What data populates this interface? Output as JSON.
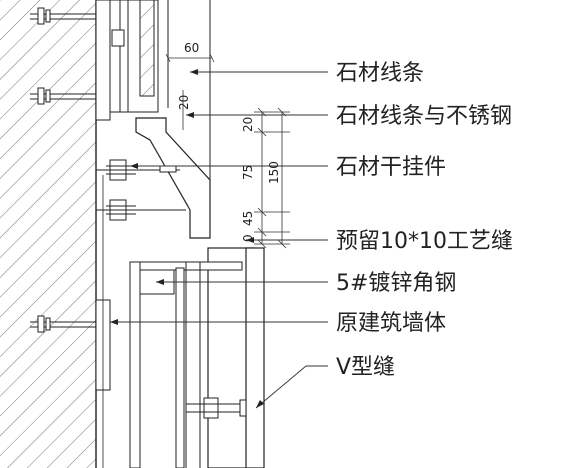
{
  "labels": [
    {
      "key": "stone_trim",
      "text": "石材线条"
    },
    {
      "key": "stone_trim_ss",
      "text": "石材线条与不锈钢"
    },
    {
      "key": "dry_hang",
      "text": "石材干挂件"
    },
    {
      "key": "reserved_joint",
      "text": "预留10*10工艺缝"
    },
    {
      "key": "angle_steel",
      "text": "5#镀锌角钢"
    },
    {
      "key": "wall",
      "text": "原建筑墙体"
    },
    {
      "key": "v_joint",
      "text": "V型缝"
    }
  ],
  "dimensions": {
    "d60": "60",
    "d20a": "20",
    "d20b": "20",
    "d75": "75",
    "d150": "150",
    "d45": "45",
    "d0": "0"
  }
}
